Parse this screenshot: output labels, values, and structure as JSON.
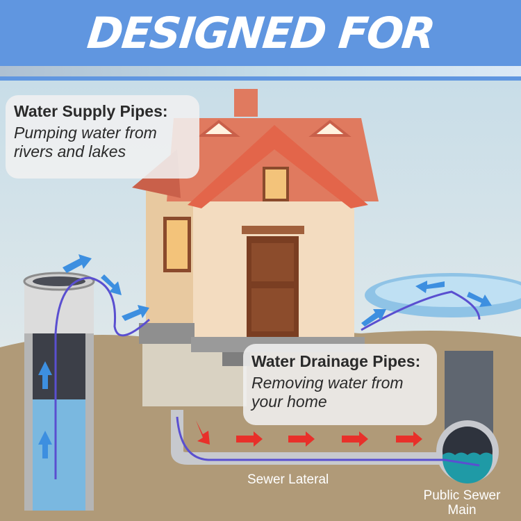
{
  "banner": {
    "title": "DESIGNED FOR"
  },
  "callouts": [
    {
      "title": "Water Supply Pipes:",
      "text": "Pumping water from rivers and lakes"
    },
    {
      "title": "Water Drainage Pipes:",
      "text": "Removing water from your home"
    }
  ],
  "labels": {
    "sewer_lateral": "Sewer Lateral",
    "public_sewer_main": "Public Sewer Main"
  },
  "colors": {
    "brand_blue": "#6096e0",
    "roof": "#e07a5f",
    "ground": "#b09a78",
    "flow_arrow": "#e8302a",
    "water_arrow": "#3d8fe0"
  }
}
